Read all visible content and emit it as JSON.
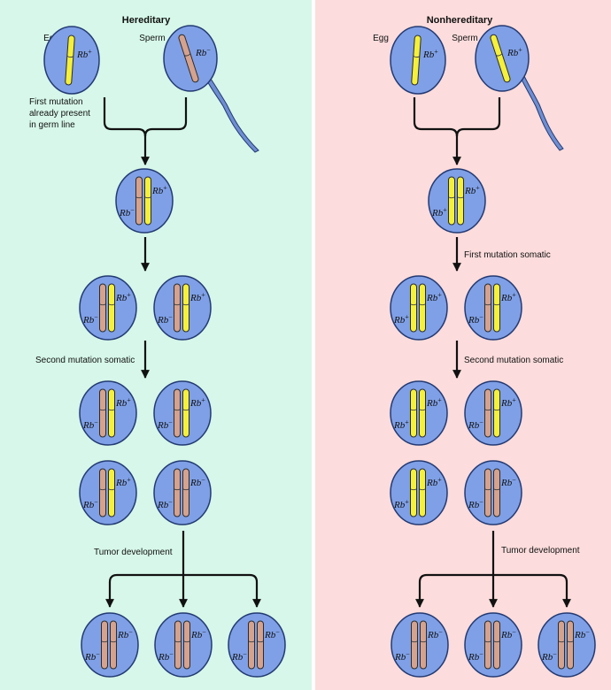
{
  "panels": {
    "hereditary": {
      "title": "Hereditary",
      "egg_label": "Egg",
      "sperm_label": "Sperm",
      "note_lines": [
        "First mutation",
        "already present",
        "in germ line"
      ],
      "step_label": "Second mutation somatic",
      "tumor_label": "Tumor development"
    },
    "nonhereditary": {
      "title": "Nonhereditary",
      "egg_label": "Egg",
      "sperm_label": "Sperm",
      "step1_label": "First mutation somatic",
      "step2_label": "Second mutation somatic",
      "tumor_label": "Tumor development"
    }
  },
  "gene": {
    "symbol": "Rb",
    "wildtype": "+",
    "mutant": "−"
  },
  "colors": {
    "hereditary_bg": "#d6f7e9",
    "nonhereditary_bg": "#fcdcdc",
    "cell": "#7fa0e6",
    "normal_chromosome": "#f5f03a",
    "mutant_chromosome": "#d5a28e"
  }
}
